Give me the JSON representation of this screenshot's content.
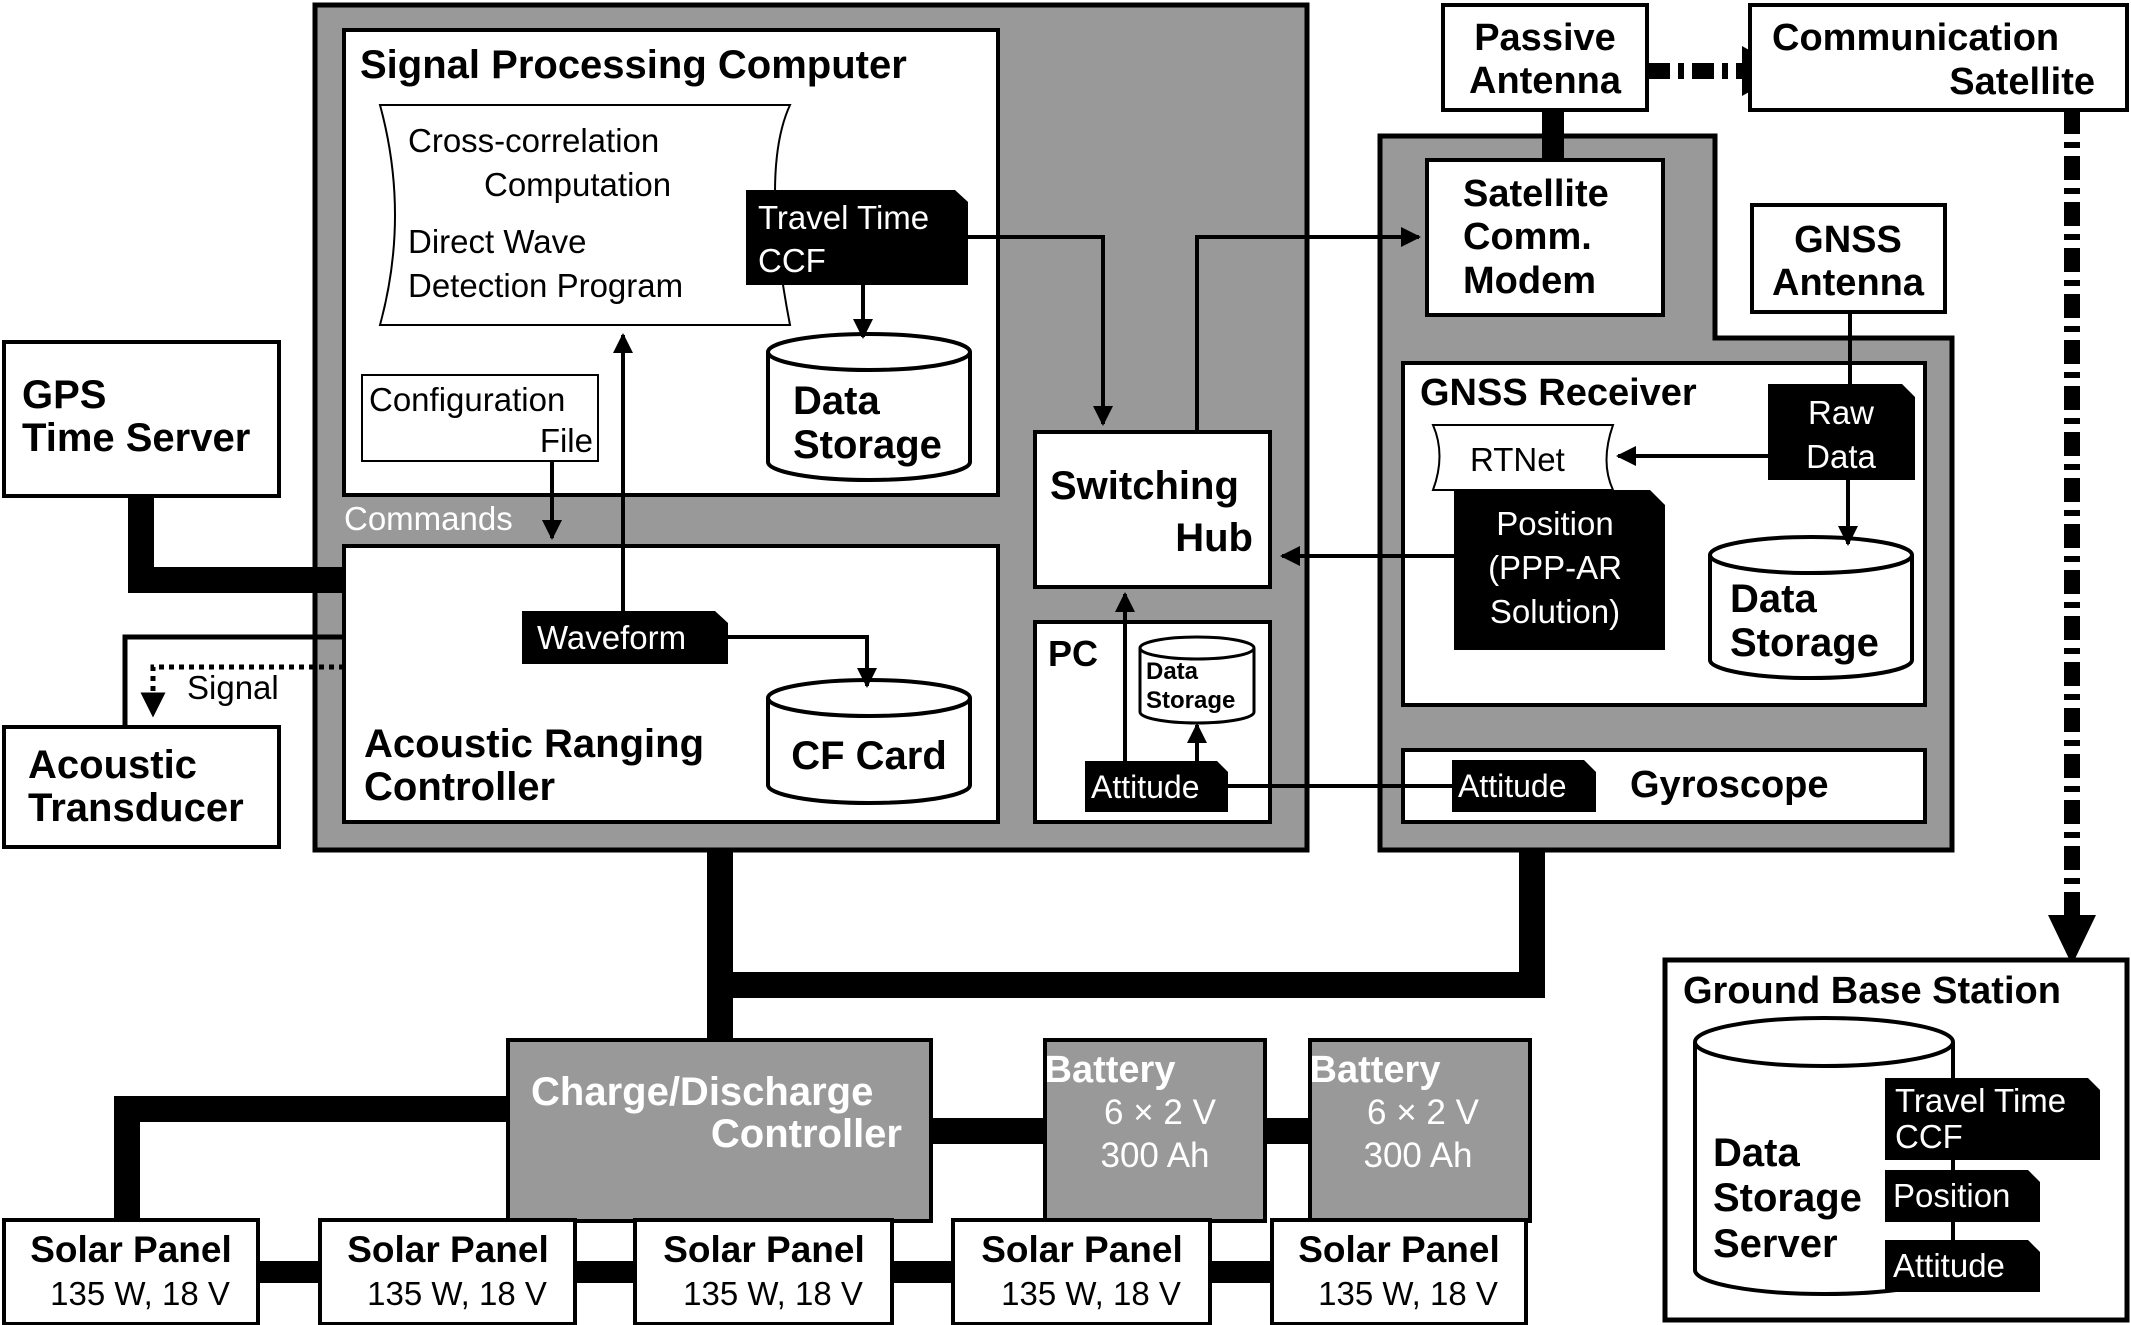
{
  "signal_computer": {
    "title": "Signal Processing Computer",
    "program": [
      "Cross-correlation",
      "Computation",
      "Direct Wave",
      "Detection Program"
    ],
    "travel_time": [
      "Travel Time",
      "CCF"
    ],
    "data_storage": [
      "Data",
      "Storage"
    ],
    "config_file": [
      "Configuration",
      "File"
    ]
  },
  "labels": {
    "commands": "Commands",
    "signal": "Signal"
  },
  "gps_time_server": [
    "GPS",
    "Time Server"
  ],
  "acoustic_controller": {
    "title": [
      "Acoustic Ranging",
      "Controller"
    ],
    "waveform": "Waveform",
    "cf_card": "CF Card"
  },
  "acoustic_transducer": [
    "Acoustic",
    "Transducer"
  ],
  "switching_hub": [
    "Switching",
    "Hub"
  ],
  "pc": {
    "title": "PC",
    "data_storage": [
      "Data",
      "Storage"
    ],
    "attitude": "Attitude"
  },
  "passive_antenna": [
    "Passive",
    "Antenna"
  ],
  "communication_satellite": [
    "Communication",
    "Satellite"
  ],
  "satellite_modem": [
    "Satellite",
    "Comm.",
    "Modem"
  ],
  "gnss_antenna": [
    "GNSS",
    "Antenna"
  ],
  "gnss_receiver": {
    "title": "GNSS Receiver",
    "raw_data": [
      "Raw",
      "Data"
    ],
    "rtnet": "RTNet",
    "position": [
      "Position",
      "(PPP-AR",
      "Solution)"
    ],
    "data_storage": [
      "Data",
      "Storage"
    ]
  },
  "gyroscope": {
    "title": "Gyroscope",
    "attitude": "Attitude"
  },
  "charge_controller": [
    "Charge/Discharge",
    "Controller"
  ],
  "batteries": [
    {
      "name": "Battery",
      "spec1": "6 × 2 V",
      "spec2": "300 Ah"
    },
    {
      "name": "Battery",
      "spec1": "6 × 2 V",
      "spec2": "300 Ah"
    }
  ],
  "solar_panels": [
    {
      "name": "Solar Panel",
      "spec": "135 W, 18 V"
    },
    {
      "name": "Solar Panel",
      "spec": "135 W, 18 V"
    },
    {
      "name": "Solar Panel",
      "spec": "135 W, 18 V"
    },
    {
      "name": "Solar Panel",
      "spec": "135 W, 18 V"
    },
    {
      "name": "Solar Panel",
      "spec": "135 W, 18 V"
    }
  ],
  "ground_station": {
    "title": "Ground Base Station",
    "server": [
      "Data",
      "Storage",
      "Server"
    ],
    "items": [
      "Travel Time",
      "CCF",
      "Position",
      "Attitude"
    ]
  },
  "colors": {
    "gray": "#999999",
    "black": "#000000",
    "white": "#ffffff"
  }
}
